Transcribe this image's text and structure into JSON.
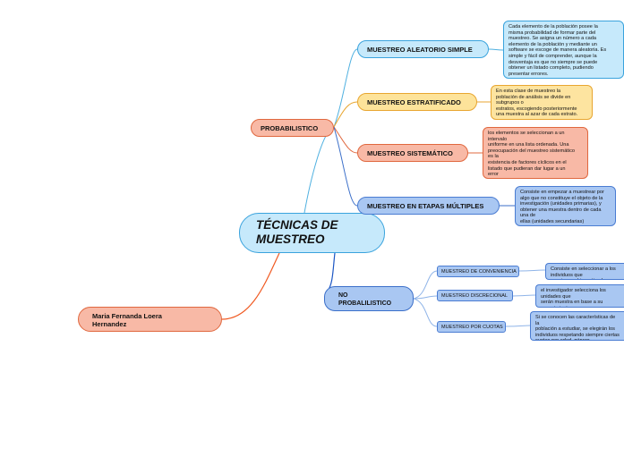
{
  "central": {
    "title": "TÉCNICAS DE\nMUESTREO"
  },
  "author": {
    "name": "Maria Fernanda Loera\nHernandez"
  },
  "probabilistico": {
    "label": "PROBABILISTICO",
    "items": [
      {
        "label": "MUESTREO ALEATORIO SIMPLE",
        "note": "Cada elemento de la población posee la\nmisma probabilidad de formar parte del\nmuestreo. Se asigna un número a cada\nelemento de la población y mediante un\nsoftware se escoge de manera aleatoria. Es\nsimple y fácil de comprender, aunque la\ndesventaja es que no siempre se puede\nobtener un listado completo, pudiendo\npresentar errores."
      },
      {
        "label": "MUESTREO ESTRATIFICADO",
        "note": "En esta clase de muestreo la\npoblación de análisis se divide en\nsubgrupos o\n estratos, escogiendo posteriormente\nuna muestra al azar de cada estrato."
      },
      {
        "label": "MUESTREO SISTEMÁTICO",
        "note": "los elementos se seleccionan a un\nintervalo\nuniforme en una lista ordenada. Una\npreocupación del muestreo sistemático\nes la\nexistencia de factores cíclicos en el\nlistado que pudieran dar lugar a un\nerror"
      },
      {
        "label": "MUESTREO EN ETAPAS MÚLTIPLES",
        "note": "Consiste en empezar a muestrear por\nalgo que no constituye el objeto de la\ninvestigación (unidades primarias), y\nobtener una muestra dentro de cada\nuna de\nellas (unidades secundarias)"
      }
    ]
  },
  "no_probabilistico": {
    "label": "NO\nPROBALILISTICO",
    "items": [
      {
        "label": "MUESTREO DE CONVENIENCIA",
        "note": "Consiste en seleccionar a los individuos que\nconvienen al investigador para la muestra."
      },
      {
        "label": "MUESTREO DISCRECIONAL",
        "note": "el investigador selecciona los unidades que\nserán muestra en base a su conocimiento y\njuicio profesional"
      },
      {
        "label": "MUESTREO POR CUOTAS",
        "note": "Si se conocen las características de la\npoblación a estudiar, se elegirán los\nindividuos respetando siempre ciertas\ncuotas por edad, género,"
      }
    ]
  },
  "colors": {
    "blue": "#c6e9fb",
    "yellow": "#fde39a",
    "salmon": "#f8b9a6",
    "medium_blue": "#a9c7f2",
    "orange_line": "#f05a22",
    "blue_line": "#1b56c4",
    "sub_line": "#8fb4e8"
  }
}
